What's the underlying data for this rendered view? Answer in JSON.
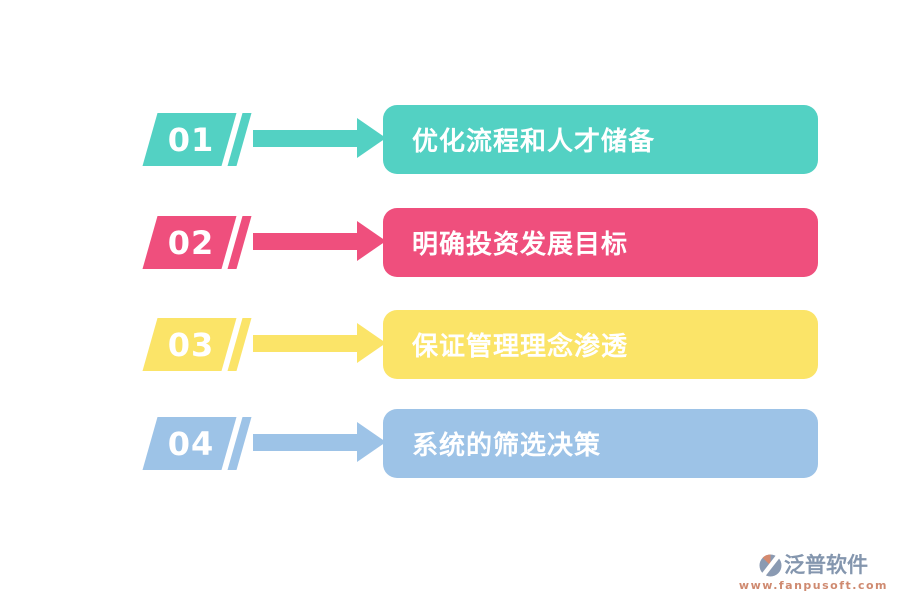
{
  "page": {
    "background": "#ffffff"
  },
  "items": [
    {
      "number": "01",
      "label": "优化流程和人才储备",
      "color": "#53d1c3"
    },
    {
      "number": "02",
      "label": "明确投资发展目标",
      "color": "#ef4f7d"
    },
    {
      "number": "03",
      "label": "保证管理理念渗透",
      "color": "#fbe468"
    },
    {
      "number": "04",
      "label": "系统的筛选决策",
      "color": "#9dc3e7"
    }
  ],
  "watermark": {
    "brand": "泛普软件",
    "url": "www.fanpusoft.com",
    "brand_color": "#8496ae",
    "url_color": "#cf8a70",
    "icon": "fanpu-logo-icon",
    "icon_colors": {
      "primary": "#8a9ab2",
      "accent": "#d5896e"
    }
  }
}
